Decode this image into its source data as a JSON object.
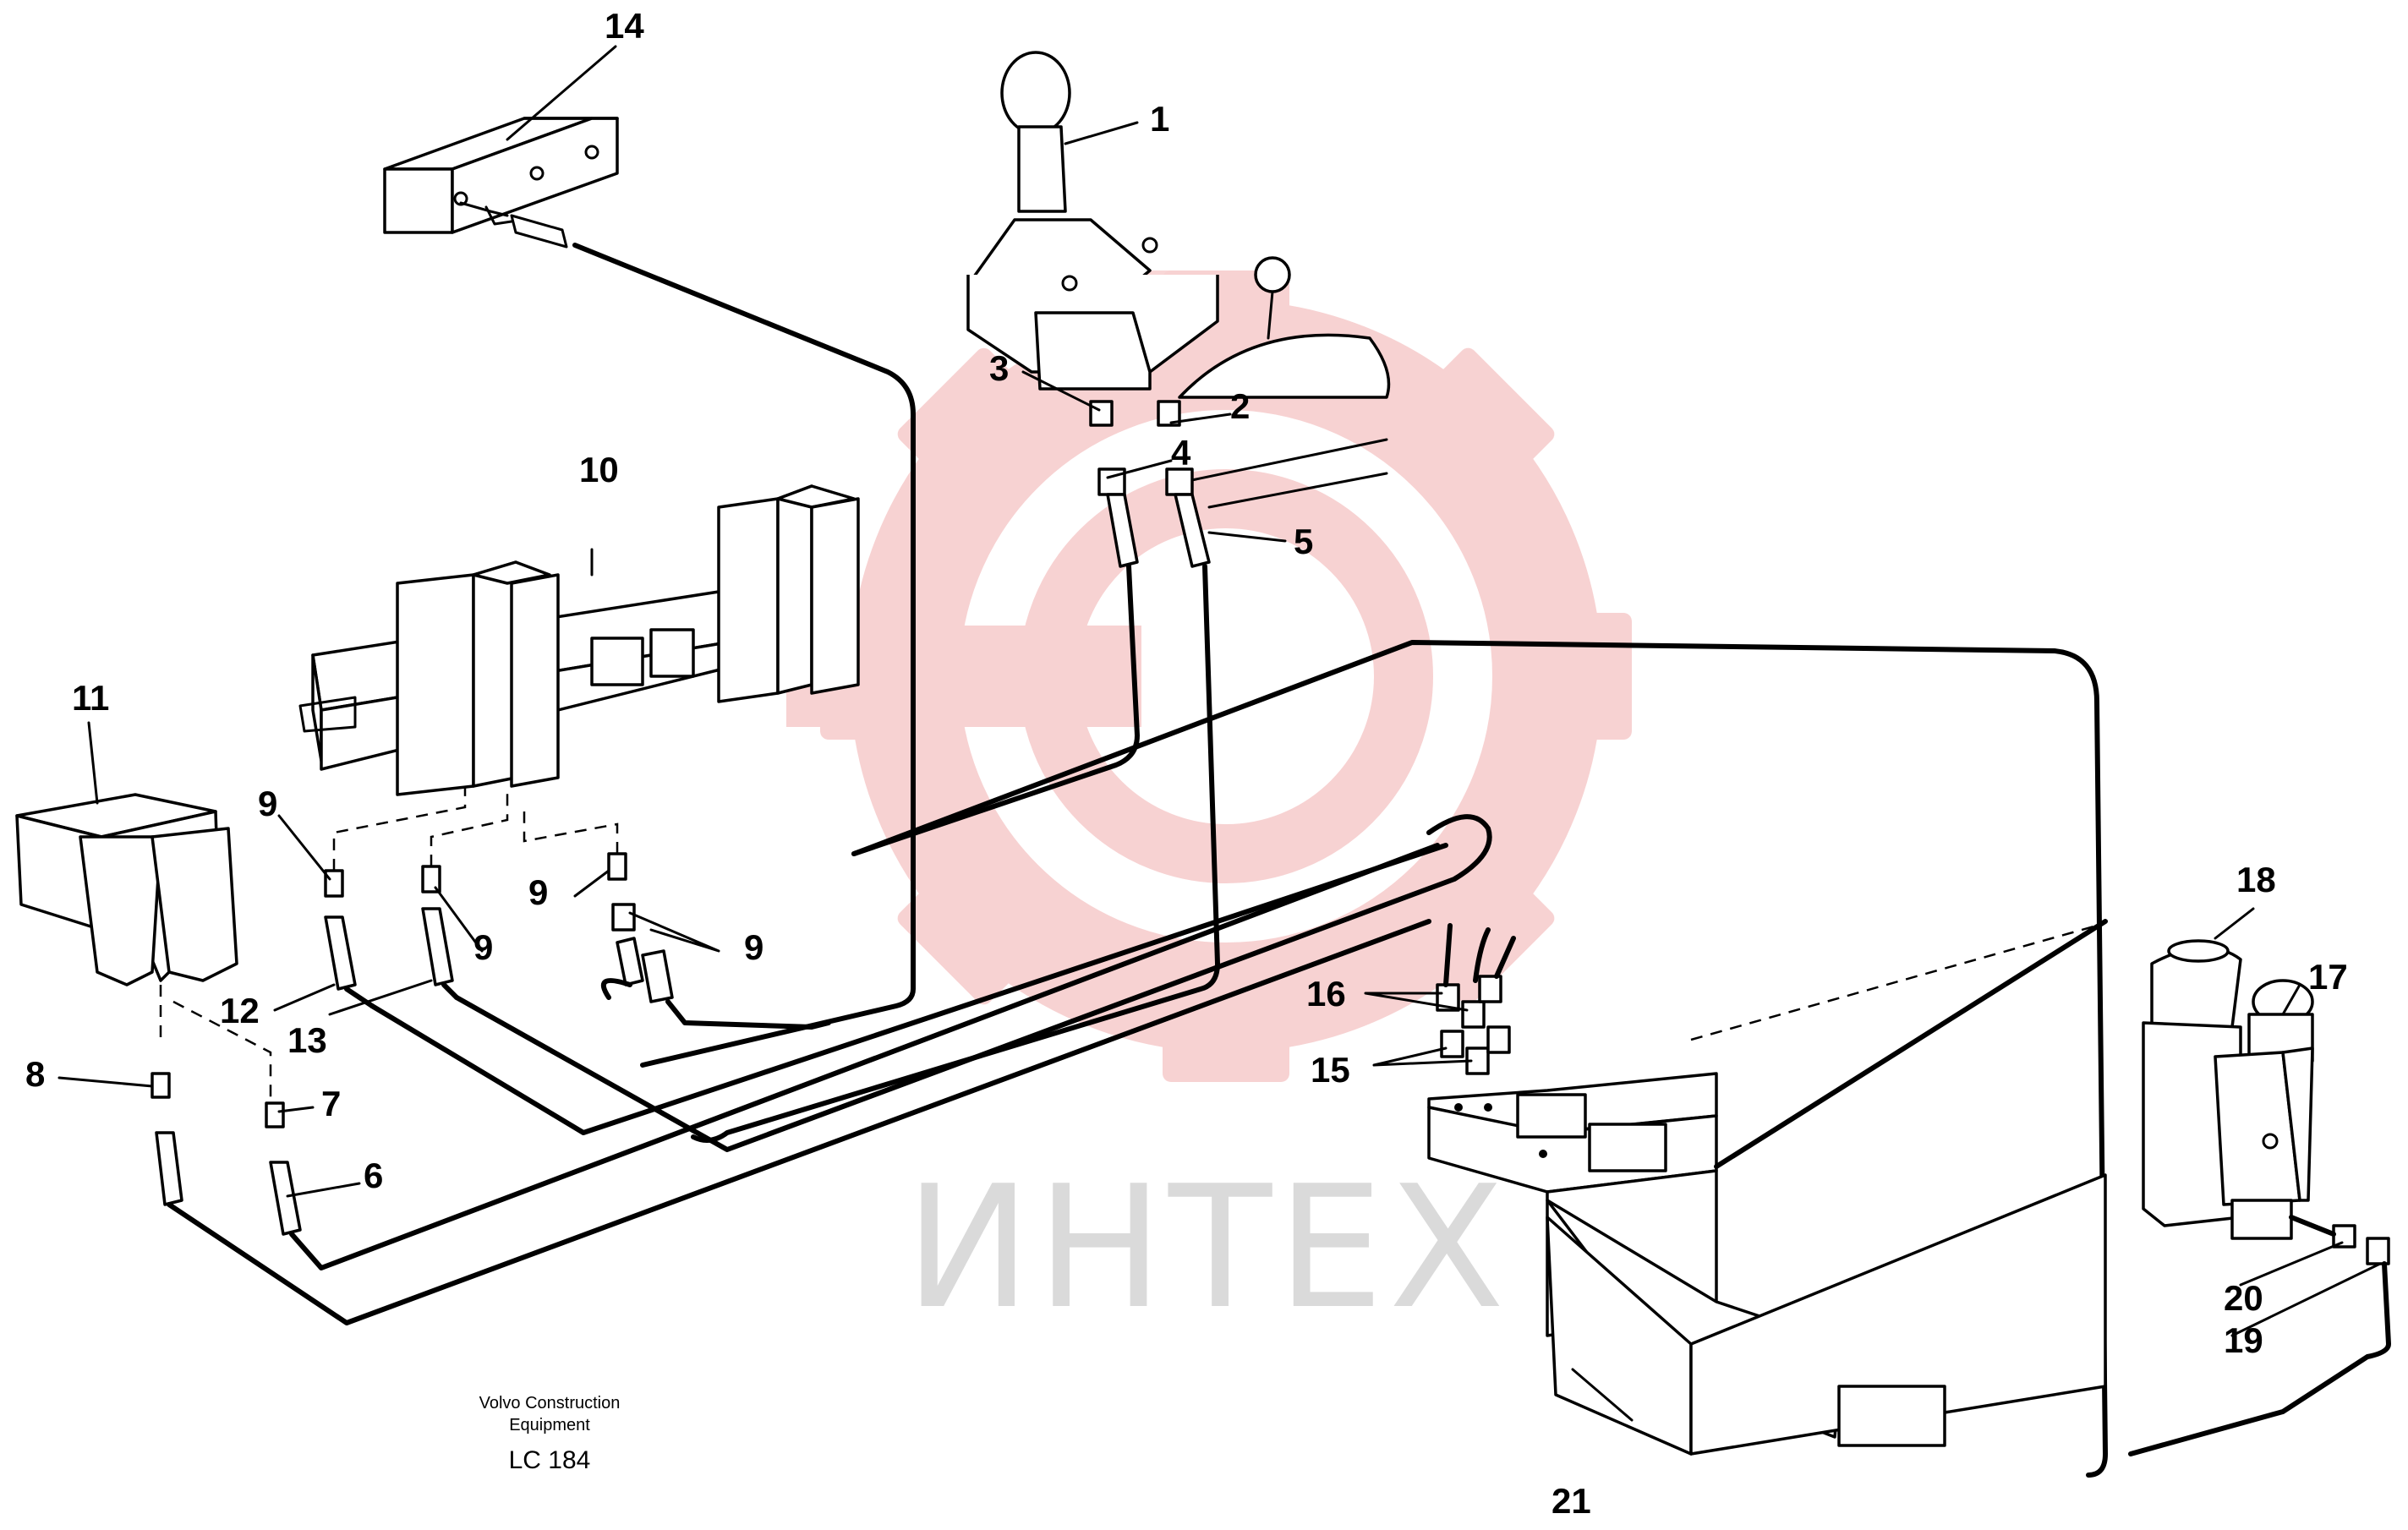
{
  "callouts": [
    "1",
    "2",
    "3",
    "4",
    "5",
    "6",
    "7",
    "8",
    "9",
    "10",
    "11",
    "12",
    "13",
    "14",
    "15",
    "16",
    "17",
    "18",
    "19",
    "20",
    "21"
  ],
  "watermark": {
    "text": "ИНТЕХ",
    "gear_color": "#f5c9c9",
    "text_color": "#d4d4d4"
  },
  "caption": {
    "line1": "Volvo Construction",
    "line2": "Equipment",
    "code": "LC 184"
  }
}
